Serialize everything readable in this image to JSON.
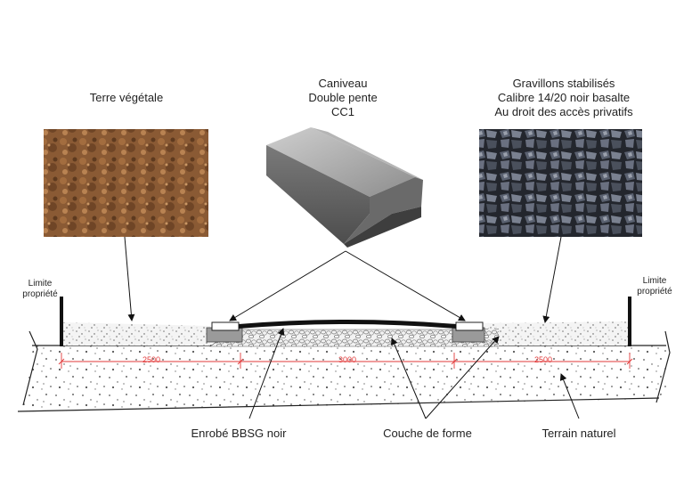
{
  "labels": {
    "terre": "Terre végétale",
    "caniveau_1": "Caniveau",
    "caniveau_2": "Double pente",
    "caniveau_3": "CC1",
    "gravillons_1": "Gravillons stabilisés",
    "gravillons_2": "Calibre 14/20 noir basalte",
    "gravillons_3": "Au droit des accès privatifs",
    "limite_left_1": "Limite",
    "limite_left_2": "propriété",
    "limite_right_1": "Limite",
    "limite_right_2": "propriété",
    "enrobe": "Enrobé BBSG noir",
    "couche": "Couche de forme",
    "terrain": "Terrain naturel"
  },
  "dimensions": {
    "left": "2500",
    "center": "3000",
    "right": "2500"
  },
  "colors": {
    "dimension_line": "#e23a3a",
    "soil": "#8a5a34",
    "gravel": "#2c3038",
    "asphalt": "#1a1a1a",
    "concrete": "#9a9a9a"
  }
}
